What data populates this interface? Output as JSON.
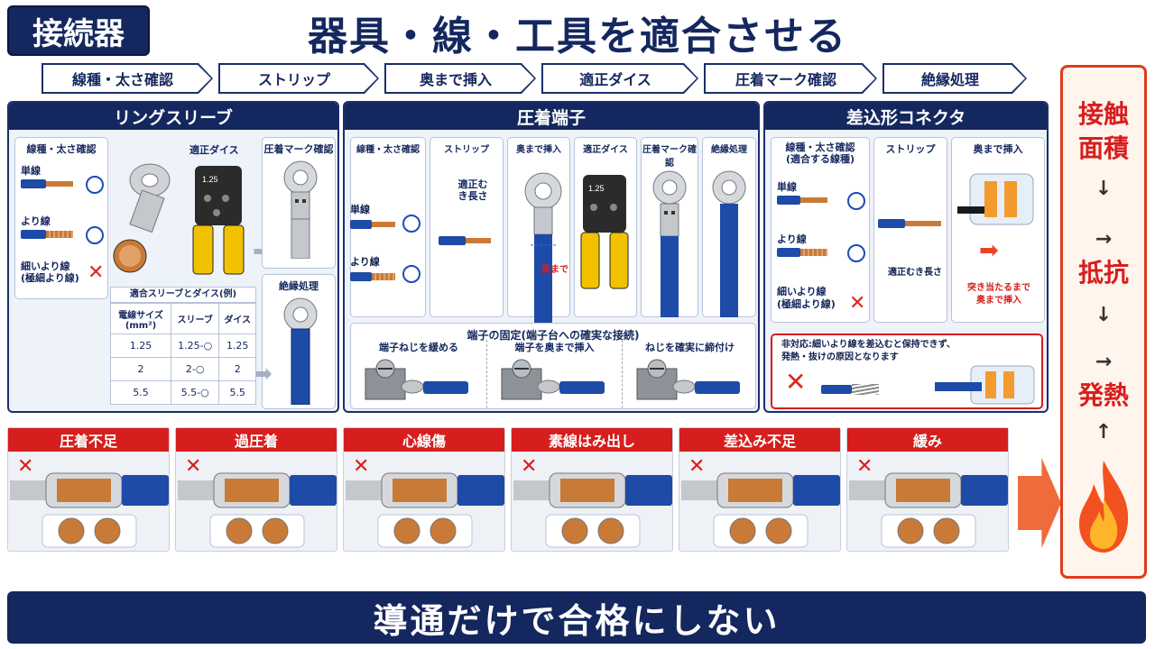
{
  "header": {
    "tag": "接続器",
    "title": "器具・線・工具を適合させる"
  },
  "steps": [
    "線種・太さ確認",
    "ストリップ",
    "奥まで挿入",
    "適正ダイス",
    "圧着マーク確認",
    "絶縁処理"
  ],
  "ring": {
    "title": "リングスリーブ",
    "check_label": "線種・太さ確認",
    "single": "単線",
    "stranded": "より線",
    "fine": "細いより線\n(極細より線)",
    "die_label": "適正ダイス",
    "mark_label": "圧着マーク確認",
    "insul_label": "絶縁処理",
    "tool_mark": "1.25",
    "table_title": "適合スリーブとダイス(例)",
    "table_headers": [
      "電線サイズ\n(mm²)",
      "スリーブ",
      "ダイス"
    ],
    "table_rows": [
      [
        "1.25",
        "1.25-○",
        "1.25"
      ],
      [
        "2",
        "2-○",
        "2"
      ],
      [
        "5.5",
        "5.5-○",
        "5.5"
      ]
    ]
  },
  "crimp": {
    "title": "圧着端子",
    "cols": [
      "線種・太さ確認",
      "ストリップ",
      "奥まで挿入",
      "適正ダイス",
      "圧着マーク確認",
      "絶縁処理"
    ],
    "single": "単線",
    "stranded": "より線",
    "strip_note": "適正む\nき長さ",
    "insert_note": "奥まで",
    "tool_mark": "1.25",
    "fix_title": "端子の固定(端子台への確実な接続)",
    "fix_steps": [
      "端子ねじを緩める",
      "端子を奥まで挿入",
      "ねじを確実に締付け"
    ]
  },
  "push": {
    "title": "差込形コネクタ",
    "check_label": "線種・太さ確認\n(適合する線種)",
    "strip_label": "ストリップ",
    "insert_label": "奥まで挿入",
    "single": "単線",
    "stranded": "より線",
    "fine": "細いより線\n(極細より線)",
    "strip_note": "適正むき長さ",
    "insert_note": "突き当たるまで\n奥まで挿入",
    "warn": "非対応:細いより線を差込むと保持できず、\n発熱・抜けの原因となります"
  },
  "defects": [
    "圧着不足",
    "過圧着",
    "心線傷",
    "素線はみ出し",
    "差込み不足",
    "緩み"
  ],
  "chain": {
    "line1": "接触",
    "line2": "面積",
    "arrow1": "↓",
    "arrow2": "→",
    "mid1": "抵抗",
    "arrow3": "↓",
    "arrow4": "→",
    "mid2": "発熱",
    "arrow5": "↑"
  },
  "footer": "導通だけで合格にしない",
  "colors": {
    "navy": "#14275e",
    "red": "#d71e1e",
    "copper": "#c97a36",
    "blue": "#1e4aa8"
  }
}
